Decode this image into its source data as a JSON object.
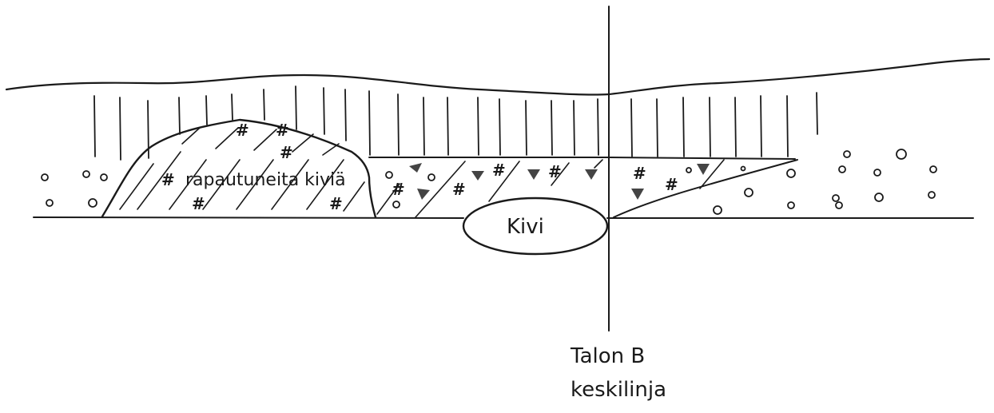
{
  "labels": {
    "weathered_stones": "rapautuneita kiviä",
    "stone": "Kivi",
    "centerline_line1": "Talon B",
    "centerline_line2": "keskilinja"
  },
  "colors": {
    "ink": "#1a1a1a",
    "background": "#ffffff"
  },
  "symbols": {
    "hash": "#"
  }
}
